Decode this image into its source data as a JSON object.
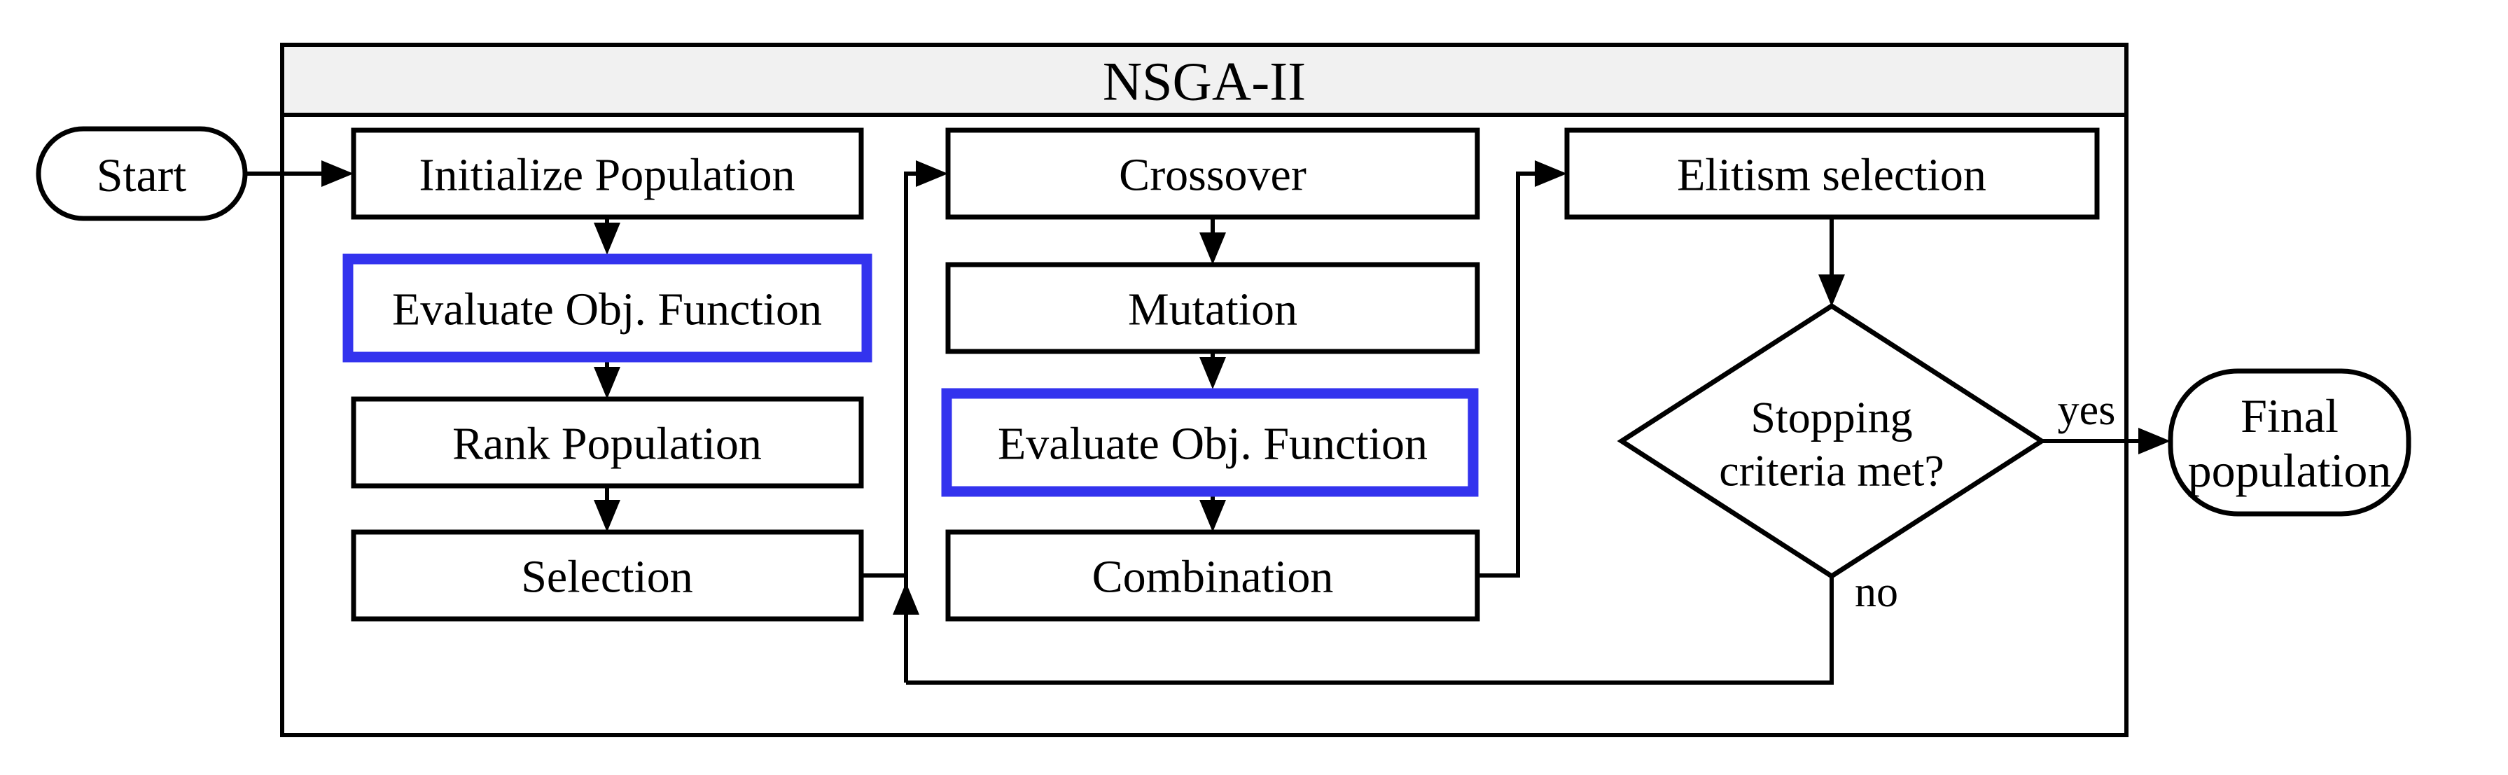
{
  "title": "NSGA-II",
  "colors": {
    "accent_blue": "#3333EE",
    "header_bg": "#F1F1F1",
    "line": "#000000"
  },
  "nodes": {
    "start": "Start",
    "initialize": "Initialize Population",
    "evaluate1": "Evaluate Obj. Function",
    "rank": "Rank Population",
    "selection": "Selection",
    "crossover": "Crossover",
    "mutation": "Mutation",
    "evaluate2": "Evaluate Obj. Function",
    "combination": "Combination",
    "elitism": "Elitism selection",
    "decision": {
      "line1": "Stopping",
      "line2": "criteria met?"
    },
    "final": {
      "line1": "Final",
      "line2": "population"
    }
  },
  "edge_labels": {
    "yes": "yes",
    "no": "no"
  }
}
